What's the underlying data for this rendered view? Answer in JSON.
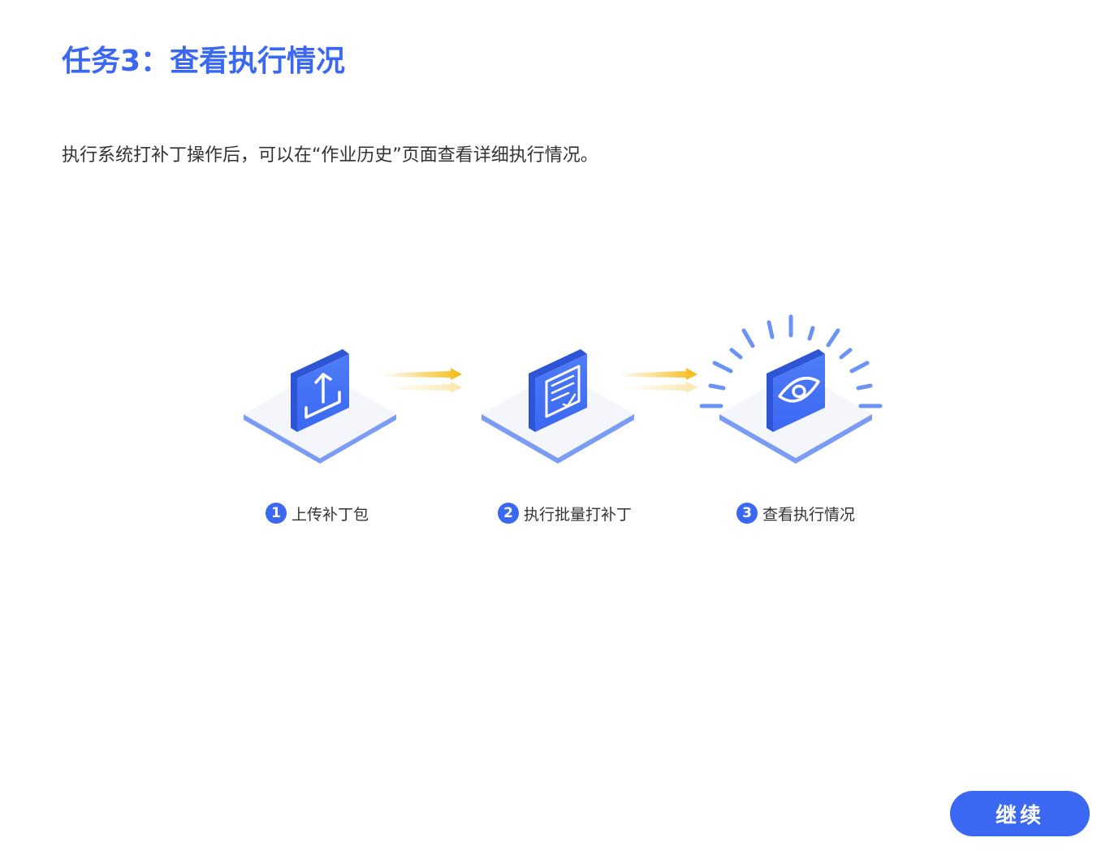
{
  "page": {
    "title": "任务3：查看执行情况",
    "description": "执行系统打补丁操作后，可以在“作业历史”页面查看详细执行情况。"
  },
  "steps": [
    {
      "number": "1",
      "label": "上传补丁包",
      "icon": "upload-icon"
    },
    {
      "number": "2",
      "label": "执行批量打补丁",
      "icon": "document-icon"
    },
    {
      "number": "3",
      "label": "查看执行情况",
      "icon": "eye-icon"
    }
  ],
  "actions": {
    "continue_label": "继续"
  },
  "colors": {
    "primary": "#3a68f3",
    "platform": "#f4f6fb",
    "platform_edge": "#7a9cf5",
    "arrow": "#f5b90f",
    "text": "#333333"
  }
}
